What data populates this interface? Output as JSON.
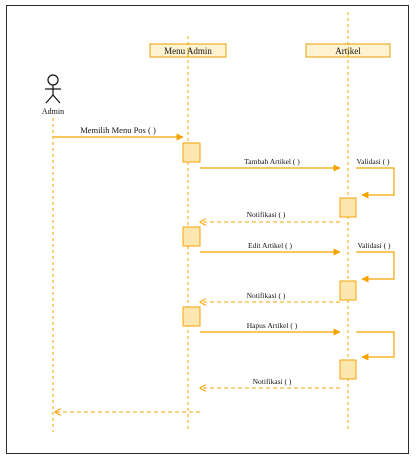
{
  "actor": {
    "name": "Admin"
  },
  "lifelines": [
    {
      "id": "menu",
      "label": "Menu Admin"
    },
    {
      "id": "artikel",
      "label": "Artikel"
    }
  ],
  "messages": [
    {
      "id": "m1",
      "label": "Memilih Menu Pos ( )",
      "from": "admin",
      "to": "menu",
      "kind": "call"
    },
    {
      "id": "m2",
      "label": "Tambah Artikel ( )",
      "from": "menu",
      "to": "artikel",
      "kind": "call"
    },
    {
      "id": "m3",
      "label": "Validasi ( )",
      "from": "artikel",
      "to": "artikel",
      "kind": "self"
    },
    {
      "id": "m4",
      "label": "Notifikasi ( )",
      "from": "artikel",
      "to": "menu",
      "kind": "return"
    },
    {
      "id": "m5",
      "label": "Edit Artikel ( )",
      "from": "menu",
      "to": "artikel",
      "kind": "call"
    },
    {
      "id": "m6",
      "label": "Validasi ( )",
      "from": "artikel",
      "to": "artikel",
      "kind": "self"
    },
    {
      "id": "m7",
      "label": "Notifikasi ( )",
      "from": "artikel",
      "to": "menu",
      "kind": "return"
    },
    {
      "id": "m8",
      "label": "Hapus Artikel ( )",
      "from": "menu",
      "to": "artikel",
      "kind": "call"
    },
    {
      "id": "m9",
      "label": "",
      "from": "artikel",
      "to": "artikel",
      "kind": "self"
    },
    {
      "id": "m10",
      "label": "Notifikasi ( )",
      "from": "artikel",
      "to": "menu",
      "kind": "return"
    },
    {
      "id": "m11",
      "label": "",
      "from": "menu",
      "to": "admin",
      "kind": "return"
    }
  ],
  "colors": {
    "line": "#f5a300",
    "activation_fill": "#fde7b0",
    "header_fill": "#fff4cf",
    "header_border": "#e0a000"
  }
}
